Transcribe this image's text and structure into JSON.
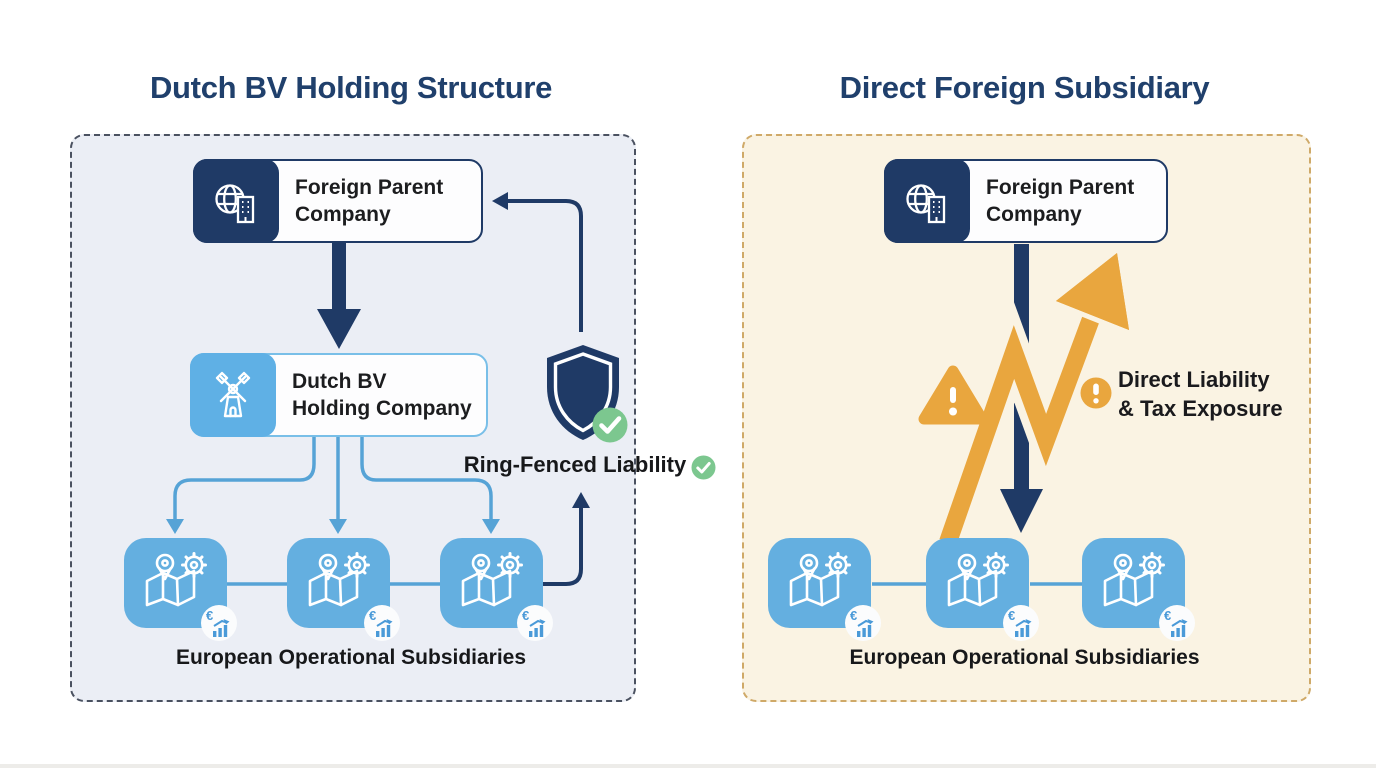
{
  "left_panel": {
    "title": "Dutch BV Holding Structure",
    "parent_box": {
      "line1": "Foreign Parent",
      "line2": "Company"
    },
    "holding_box": {
      "line1": "Dutch BV",
      "line2": "Holding Company"
    },
    "ring_fenced_label": "Ring-Fenced Liability",
    "subsidiaries_label": "European Operational Subsidiaries",
    "subsidiary_count": 3,
    "badge_symbol": "€",
    "colors": {
      "panel_bg": "#ebeef5",
      "panel_border": "#4a5160",
      "navy": "#1f3a66",
      "accent_blue": "#64afe0",
      "check_green": "#7cc78f"
    }
  },
  "right_panel": {
    "title": "Direct Foreign Subsidiary",
    "parent_box": {
      "line1": "Foreign Parent",
      "line2": "Company"
    },
    "risk_label": {
      "line1": "Direct Liability",
      "line2": "& Tax Exposure"
    },
    "subsidiaries_label": "European Operational Subsidiaries",
    "subsidiary_count": 3,
    "badge_symbol": "€",
    "colors": {
      "panel_bg": "#faf3e3",
      "panel_border": "#cfa968",
      "navy": "#1f3a66",
      "warning_orange": "#e9a63e"
    }
  }
}
